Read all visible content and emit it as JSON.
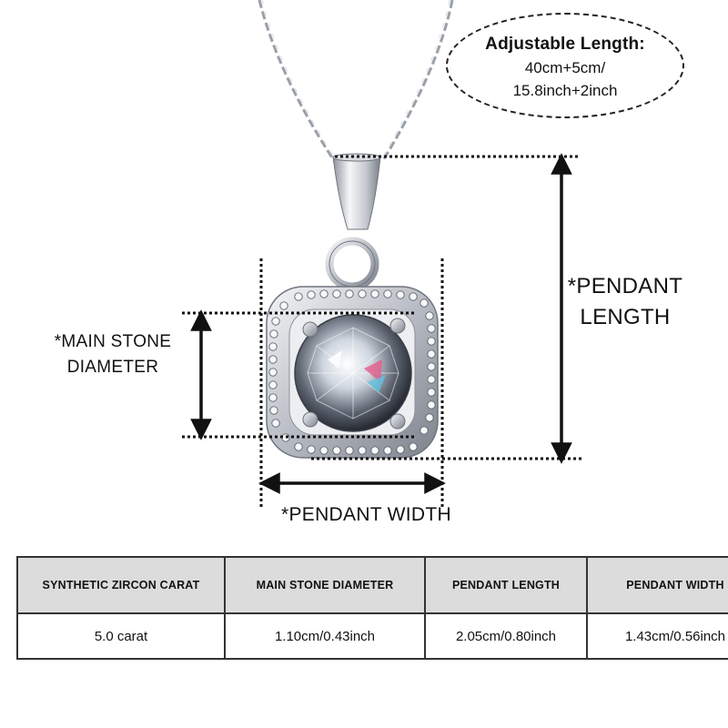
{
  "callout": {
    "title": "Adjustable Length:",
    "line1": "40cm+5cm/",
    "line2": "15.8inch+2inch"
  },
  "labels": {
    "main_stone_line1": "*MAIN STONE",
    "main_stone_line2": "DIAMETER",
    "pendant_length_line1": "*PENDANT",
    "pendant_length_line2": "LENGTH",
    "pendant_width": "*PENDANT WIDTH"
  },
  "table": {
    "headers": [
      "SYNTHETIC ZIRCON CARAT",
      "MAIN STONE DIAMETER",
      "PENDANT LENGTH",
      "PENDANT WIDTH"
    ],
    "values": [
      "5.0 carat",
      "1.10cm/0.43inch",
      "2.05cm/0.80inch",
      "1.43cm/0.56inch"
    ]
  },
  "colors": {
    "metal": "#c9ccd2",
    "table_header_bg": "#dcdcdc",
    "border": "#333333"
  }
}
